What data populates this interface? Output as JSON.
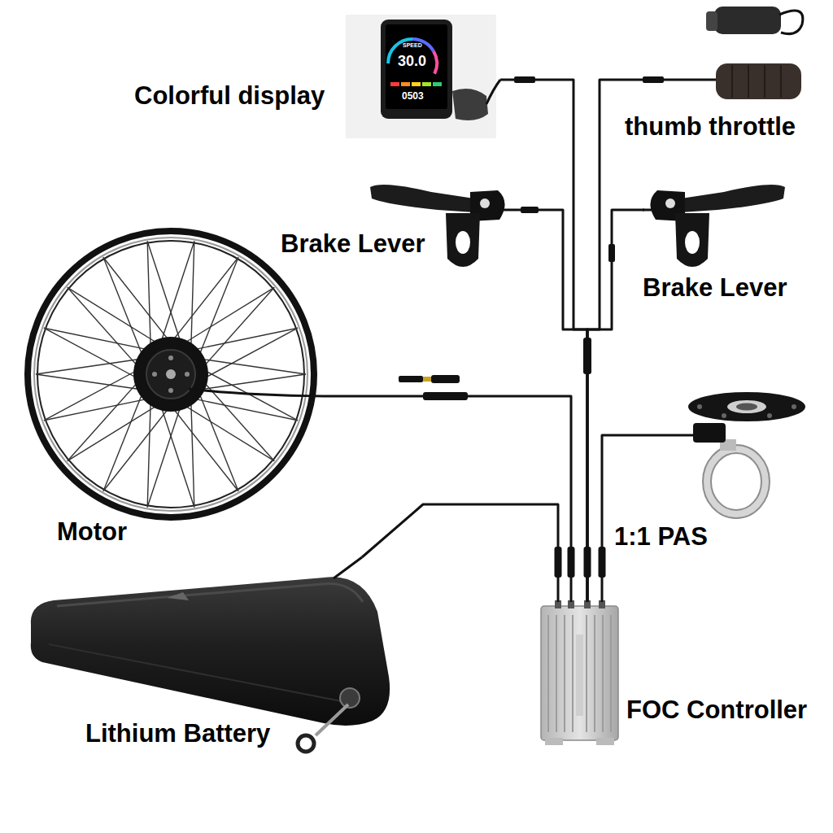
{
  "diagram": {
    "nodes": [
      {
        "text": [
          "Colorful display"
        ]
      },
      {
        "text": [
          "thumb throttle"
        ]
      },
      {
        "text": [
          "Brake Lever"
        ]
      },
      {
        "text": [
          "Brake Lever"
        ]
      },
      {
        "text": [
          "Motor"
        ]
      },
      {
        "text": [
          "1:1 PAS"
        ]
      },
      {
        "text": [
          "Lithium Battery"
        ]
      },
      {
        "text": [
          "FOC Controller"
        ]
      }
    ],
    "edges": [
      {
        "from": 0,
        "to": 7,
        "arrow": "none"
      },
      {
        "from": 1,
        "to": 7,
        "arrow": "none"
      },
      {
        "from": 2,
        "to": 7,
        "arrow": "none"
      },
      {
        "from": 3,
        "to": 7,
        "arrow": "none"
      },
      {
        "from": 4,
        "to": 7,
        "arrow": "none"
      },
      {
        "from": 5,
        "to": 7,
        "arrow": "none"
      },
      {
        "from": 6,
        "to": 7,
        "arrow": "none"
      }
    ],
    "labels": [
      "SPEED",
      "30.0",
      "0503"
    ]
  }
}
